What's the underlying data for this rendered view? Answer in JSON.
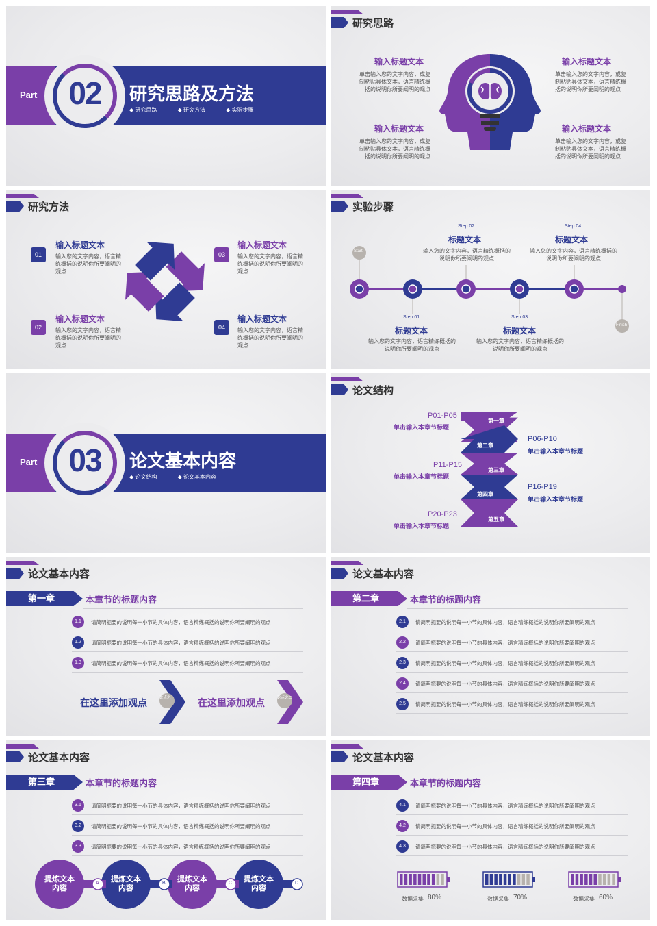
{
  "colors": {
    "purple": "#7a3fa8",
    "blue": "#2f3b93",
    "gray": "#b7b2ad"
  },
  "slide1": {
    "part": "Part",
    "num": "02",
    "title": "研究思路及方法",
    "subs": [
      "研究思路",
      "研究方法",
      "实验步骤"
    ]
  },
  "slide2": {
    "header": "研究思路",
    "blocks": [
      {
        "title": "输入标题文本",
        "body": "单击输入您的文字内容，或复制粘贴具体文本，语言精练概括的说明你所要阐明的观点"
      },
      {
        "title": "输入标题文本",
        "body": "单击输入您的文字内容，或复制粘贴具体文本，语言精练概括的说明你所要阐明的观点"
      },
      {
        "title": "输入标题文本",
        "body": "单击输入您的文字内容，或复制粘贴具体文本，语言精练概括的说明你所要阐明的观点"
      },
      {
        "title": "输入标题文本",
        "body": "单击输入您的文字内容，或复制粘贴具体文本，语言精练概括的说明你所要阐明的观点"
      }
    ]
  },
  "slide3": {
    "header": "研究方法",
    "items": [
      {
        "num": "01",
        "title": "输入标题文本",
        "body": "输入您的文字内容，语言精练概括的说明你所要阐明的观点"
      },
      {
        "num": "02",
        "title": "输入标题文本",
        "body": "输入您的文字内容，语言精练概括的说明你所要阐明的观点"
      },
      {
        "num": "03",
        "title": "输入标题文本",
        "body": "输入您的文字内容，语言精练概括的说明你所要阐明的观点"
      },
      {
        "num": "04",
        "title": "输入标题文本",
        "body": "输入您的文字内容，语言精练概括的说明你所要阐明的观点"
      }
    ]
  },
  "slide4": {
    "header": "实验步骤",
    "start": "Start",
    "finish": "Finish",
    "steps": [
      {
        "step": "Step 01",
        "title": "标题文本",
        "body": "输入您的文字内容，语言精练概括的说明你所要阐明的观点"
      },
      {
        "step": "Step 02",
        "title": "标题文本",
        "body": "输入您的文字内容，语言精练概括的说明你所要阐明的观点"
      },
      {
        "step": "Step 03",
        "title": "标题文本",
        "body": "输入您的文字内容，语言精练概括的说明你所要阐明的观点"
      },
      {
        "step": "Step 04",
        "title": "标题文本",
        "body": "输入您的文字内容，语言精练概括的说明你所要阐明的观点"
      }
    ]
  },
  "slide5": {
    "part": "Part",
    "num": "03",
    "title": "论文基本内容",
    "subs": [
      "论文结构",
      "论文基本内容"
    ]
  },
  "slide6": {
    "header": "论文结构",
    "chapters": [
      "第一章",
      "第二章",
      "第三章",
      "第四章",
      "第五章"
    ],
    "ranges": [
      {
        "range": "P01-P05",
        "label": "单击输入本章节标题"
      },
      {
        "range": "P06-P10",
        "label": "单击输入本章节标题"
      },
      {
        "range": "P11-P15",
        "label": "单击输入本章节标题"
      },
      {
        "range": "P16-P19",
        "label": "单击输入本章节标题"
      },
      {
        "range": "P20-P23",
        "label": "单击输入本章节标题"
      }
    ]
  },
  "slide7": {
    "header": "论文基本内容",
    "chapter": "第一章",
    "title": "本章节的标题内容",
    "rows": [
      {
        "num": "1.1",
        "text": "请简明扼要的说明每一小节的具体内容，语言精练概括的说明你所要阐明的观点"
      },
      {
        "num": "1.2",
        "text": "请简明扼要的说明每一小节的具体内容，语言精练概括的说明你所要阐明的观点"
      },
      {
        "num": "1.3",
        "text": "请简明扼要的说明每一小节的具体内容，语言精练概括的说明你所要阐明的观点"
      }
    ],
    "points": [
      {
        "text": "在这里添加观点",
        "badge": "论点之一"
      },
      {
        "text": "在这里添加观点",
        "badge": "论点之二"
      }
    ]
  },
  "slide8": {
    "header": "论文基本内容",
    "chapter": "第二章",
    "title": "本章节的标题内容",
    "rows": [
      {
        "num": "2.1",
        "text": "请简明扼要的说明每一小节的具体内容，语言精练概括的说明你所要阐明的观点"
      },
      {
        "num": "2.2",
        "text": "请简明扼要的说明每一小节的具体内容，语言精练概括的说明你所要阐明的观点"
      },
      {
        "num": "2.3",
        "text": "请简明扼要的说明每一小节的具体内容，语言精练概括的说明你所要阐明的观点"
      },
      {
        "num": "2.4",
        "text": "请简明扼要的说明每一小节的具体内容，语言精练概括的说明你所要阐明的观点"
      },
      {
        "num": "2.5",
        "text": "请简明扼要的说明每一小节的具体内容，语言精练概括的说明你所要阐明的观点"
      }
    ]
  },
  "slide9": {
    "header": "论文基本内容",
    "chapter": "第三章",
    "title": "本章节的标题内容",
    "rows": [
      {
        "num": "3.1",
        "text": "请简明扼要的说明每一小节的具体内容，语言精练概括的说明你所要阐明的观点"
      },
      {
        "num": "3.2",
        "text": "请简明扼要的说明每一小节的具体内容，语言精练概括的说明你所要阐明的观点"
      },
      {
        "num": "3.3",
        "text": "请简明扼要的说明每一小节的具体内容，语言精练概括的说明你所要阐明的观点"
      }
    ],
    "circles": [
      {
        "text": "提炼文本内容",
        "letter": "A"
      },
      {
        "text": "提炼文本内容",
        "letter": "B"
      },
      {
        "text": "提炼文本内容",
        "letter": "C"
      },
      {
        "text": "提炼文本内容",
        "letter": "D"
      }
    ]
  },
  "slide10": {
    "header": "论文基本内容",
    "chapter": "第四章",
    "title": "本章节的标题内容",
    "rows": [
      {
        "num": "4.1",
        "text": "请简明扼要的说明每一小节的具体内容，语言精练概括的说明你所要阐明的观点"
      },
      {
        "num": "4.2",
        "text": "请简明扼要的说明每一小节的具体内容，语言精练概括的说明你所要阐明的观点"
      },
      {
        "num": "4.3",
        "text": "请简明扼要的说明每一小节的具体内容，语言精练概括的说明你所要阐明的观点"
      }
    ],
    "meters": [
      {
        "label": "数据采集",
        "value": "80%",
        "fraction": 0.8
      },
      {
        "label": "数据采集",
        "value": "70%",
        "fraction": 0.7
      },
      {
        "label": "数据采集",
        "value": "60%",
        "fraction": 0.6
      }
    ]
  }
}
